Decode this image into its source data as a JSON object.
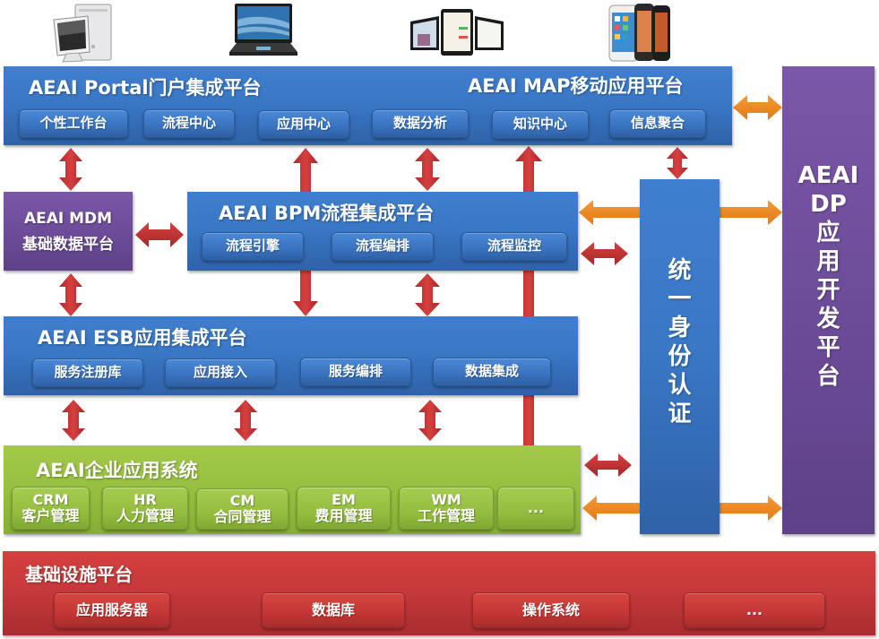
{
  "devices": [
    {
      "name": "desktop-pc-icon"
    },
    {
      "name": "laptop-icon"
    },
    {
      "name": "tablets-icon"
    },
    {
      "name": "smartphones-icon"
    }
  ],
  "portal": {
    "title_left": "AEAI Portal门户集成平台",
    "title_right": "AEAI MAP移动应用平台",
    "items": [
      "个性工作台",
      "流程中心",
      "应用中心",
      "数据分析",
      "知识中心",
      "信息聚合"
    ]
  },
  "mdm": {
    "line1": "AEAI MDM",
    "line2": "基础数据平台"
  },
  "bpm": {
    "title": "AEAI BPM流程集成平台",
    "items": [
      "流程引擎",
      "流程编排",
      "流程监控"
    ]
  },
  "esb": {
    "title": "AEAI ESB应用集成平台",
    "items": [
      "服务注册库",
      "应用接入",
      "服务编排",
      "数据集成"
    ]
  },
  "enterprise": {
    "title": "AEAI企业应用系统",
    "items": [
      {
        "code": "CRM",
        "label": "客户管理"
      },
      {
        "code": "HR",
        "label": "人力管理"
      },
      {
        "code": "CM",
        "label": "合同管理"
      },
      {
        "code": "EM",
        "label": "费用管理"
      },
      {
        "code": "WM",
        "label": "工作管理"
      },
      {
        "code": "...",
        "label": ""
      }
    ]
  },
  "infra": {
    "title": "基础设施平台",
    "items": [
      "应用服务器",
      "数据库",
      "操作系统",
      "..."
    ]
  },
  "sso": {
    "chars": [
      "统",
      "一",
      "身",
      "份",
      "认",
      "证"
    ]
  },
  "dp": {
    "lines": [
      "AEAI",
      "DP",
      "应",
      "用",
      "开",
      "发",
      "平",
      "台"
    ]
  },
  "colors": {
    "blue": "#3a78c6",
    "purple": "#6a4a96",
    "green": "#94bd3e",
    "red": "#c5383a",
    "arrow_red": "#c9383a",
    "arrow_orange": "#f08a24"
  }
}
